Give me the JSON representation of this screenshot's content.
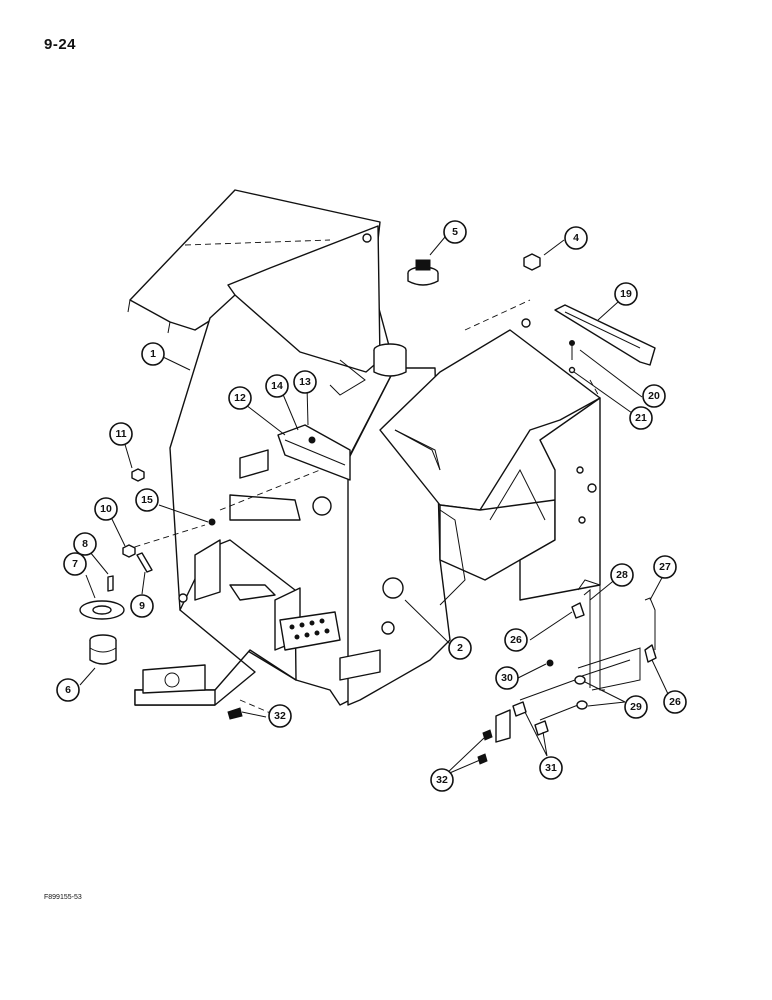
{
  "page": {
    "number": "9-24",
    "figure_code": "F899155-53"
  },
  "callouts": [
    {
      "id": "c1",
      "label": "1"
    },
    {
      "id": "c2",
      "label": "2"
    },
    {
      "id": "c4",
      "label": "4"
    },
    {
      "id": "c5",
      "label": "5"
    },
    {
      "id": "c6",
      "label": "6"
    },
    {
      "id": "c7",
      "label": "7"
    },
    {
      "id": "c8",
      "label": "8"
    },
    {
      "id": "c9",
      "label": "9"
    },
    {
      "id": "c10",
      "label": "10"
    },
    {
      "id": "c11",
      "label": "11"
    },
    {
      "id": "c12",
      "label": "12"
    },
    {
      "id": "c13",
      "label": "13"
    },
    {
      "id": "c14",
      "label": "14"
    },
    {
      "id": "c15",
      "label": "15"
    },
    {
      "id": "c19",
      "label": "19"
    },
    {
      "id": "c20",
      "label": "20"
    },
    {
      "id": "c21",
      "label": "21"
    },
    {
      "id": "c26a",
      "label": "26"
    },
    {
      "id": "c26b",
      "label": "26"
    },
    {
      "id": "c27",
      "label": "27"
    },
    {
      "id": "c28",
      "label": "28"
    },
    {
      "id": "c29",
      "label": "29"
    },
    {
      "id": "c30",
      "label": "30"
    },
    {
      "id": "c31",
      "label": "31"
    },
    {
      "id": "c32a",
      "label": "32"
    },
    {
      "id": "c32b",
      "label": "32"
    }
  ]
}
